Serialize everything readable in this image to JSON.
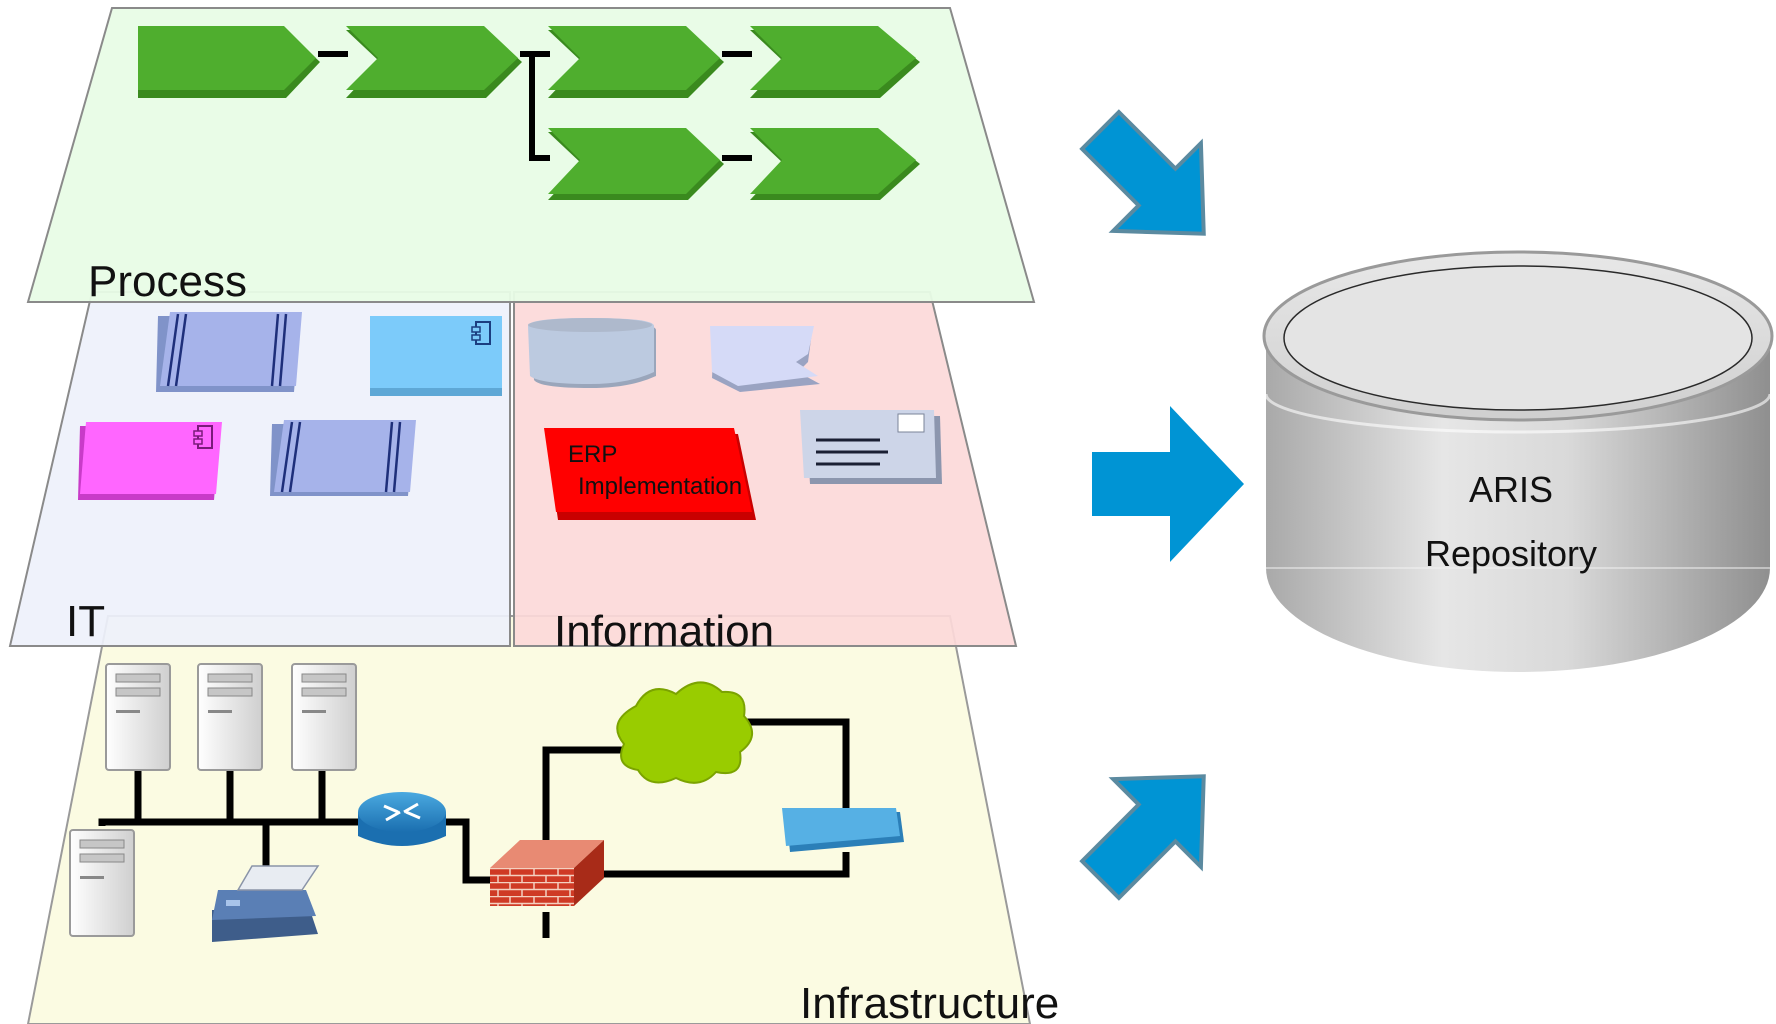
{
  "layers": {
    "process": {
      "label": "Process"
    },
    "it": {
      "label": "IT"
    },
    "information": {
      "label": "Information",
      "erp_line1": "ERP",
      "erp_line2": "Implementation"
    },
    "infrastructure": {
      "label": "Infrastructure"
    }
  },
  "repository": {
    "line1": "ARIS",
    "line2": "Repository"
  },
  "colors": {
    "process_plane": "#e8fce6",
    "it_plane": "#eef1fb",
    "information_plane": "#fcd9d9",
    "infrastructure_plane": "#fbfbe2",
    "process_step": "#4fae2e",
    "arrow": "#0094d4",
    "erp_box": "#ff0000",
    "cloud": "#99cc00",
    "firewall": "#d2402a"
  },
  "icons": [
    "chevron-step-icon",
    "arrow-icon",
    "database-cylinder-icon",
    "server-icon",
    "printer-icon",
    "router-icon",
    "firewall-icon",
    "cloud-icon",
    "switch-icon",
    "document-icon",
    "mail-icon",
    "component-icon"
  ]
}
